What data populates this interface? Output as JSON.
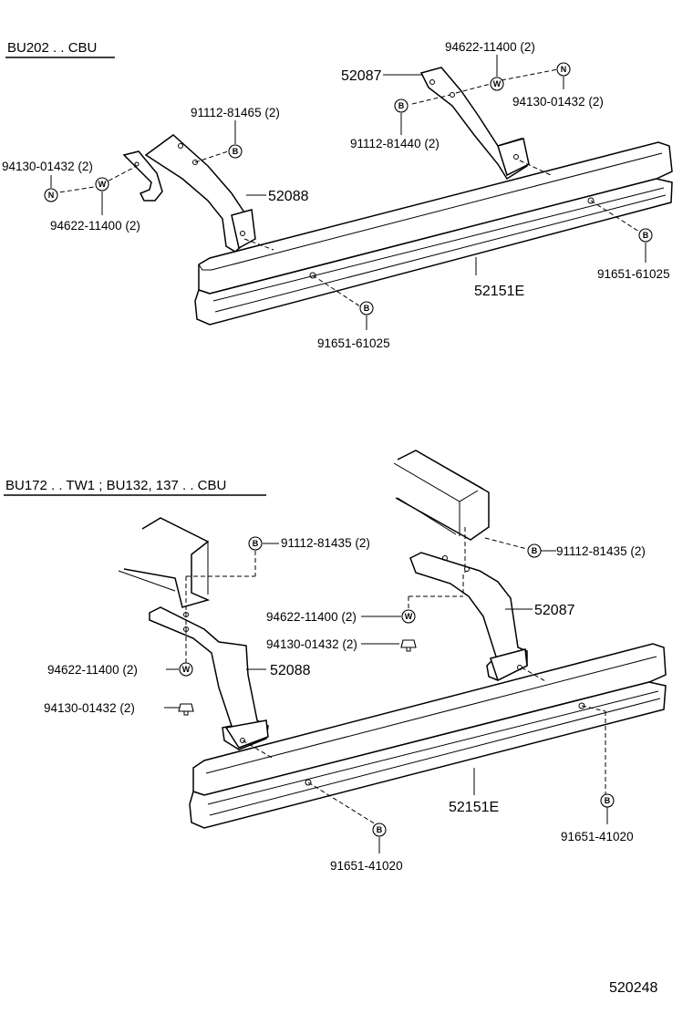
{
  "sections": [
    {
      "title": "BU202 . . CBU",
      "parts": {
        "bolt_a": "91112-81465 (2)",
        "nut_a": "94130-01432 (2)",
        "washer_a": "94622-11400 (2)",
        "bracket_left": "52088",
        "bracket_right": "52087",
        "washer_b": "94622-11400 (2)",
        "nut_b": "94130-01432 (2)",
        "bolt_b": "91112-81440 (2)",
        "bumper": "52151E",
        "bolt_c": "91651-61025",
        "bolt_d": "91651-61025"
      }
    },
    {
      "title": "BU172 . . TW1 ; BU132, 137 . . CBU",
      "parts": {
        "bolt_a": "91112-81435 (2)",
        "bolt_b": "91112-81435 (2)",
        "washer_a": "94622-11400 (2)",
        "nut_a": "94130-01432 (2)",
        "bracket_right": "52087",
        "washer_b": "94622-11400 (2)",
        "bracket_left": "52088",
        "nut_b": "94130-01432 (2)",
        "bumper": "52151E",
        "bolt_c": "91651-41020",
        "bolt_d": "91651-41020"
      }
    }
  ],
  "symbols": {
    "bolt": "B",
    "washer": "W",
    "nut": "N"
  },
  "figure_code": "520248"
}
